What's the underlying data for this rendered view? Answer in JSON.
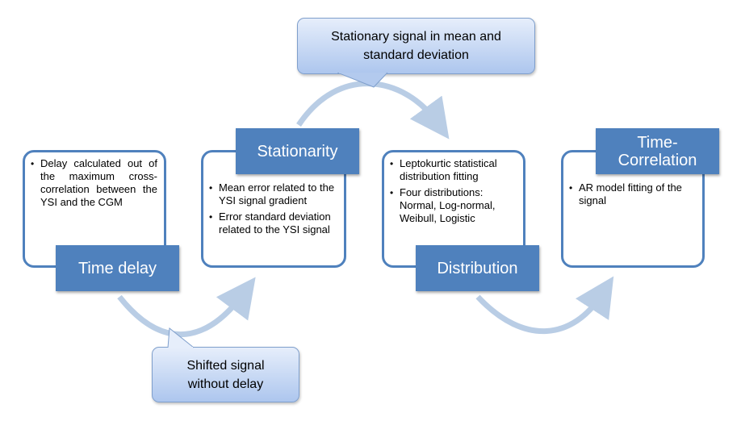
{
  "callouts": {
    "top": "Stationary signal in mean and standard deviation",
    "bottom": "Shifted signal without delay"
  },
  "steps": [
    {
      "title": "Time delay",
      "bullets": [
        "Delay calculated out of the maximum cross-correlation between the YSI and the CGM"
      ]
    },
    {
      "title": "Stationarity",
      "bullets": [
        "Mean error related to the YSI signal gradient",
        "Error standard deviation related to the YSI signal"
      ]
    },
    {
      "title": "Distribution",
      "bullets": [
        "Leptokurtic statistical distribution fitting",
        "Four distributions: Normal, Log-normal, Weibull, Logistic"
      ]
    },
    {
      "title": "Time-Correlation",
      "bullets": [
        "AR model fitting of the signal"
      ]
    }
  ],
  "colors": {
    "accent": "#4f81bd",
    "arrow": "#b9cde5",
    "callout_top": "#e6eefb",
    "callout_bottom": "#adc6ee"
  }
}
